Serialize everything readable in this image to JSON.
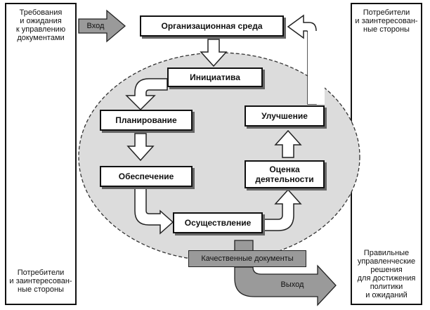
{
  "left_column": {
    "top_text": "Требования\nи ожидания\nк управлению\nдокументами",
    "bottom_text": "Потребители\nи заинтересован-\nные стороны"
  },
  "right_column": {
    "top_text": "Потребители\nи заинтересован-\nные стороны",
    "bottom_text": "Правильные\nуправленческие\nрешения\nдля достижения\nполитики\nи ожиданий"
  },
  "arrows": {
    "input_label": "Вход",
    "output_label": "Выход"
  },
  "nodes": {
    "org_environment": "Организационная среда",
    "initiative": "Инициатива",
    "planning": "Планирование",
    "provision": "Обеспечение",
    "implementation": "Осуществление",
    "evaluation": "Оценка\nдеятельности",
    "improvement": "Улучшение",
    "quality_docs": "Качественные документы"
  }
}
